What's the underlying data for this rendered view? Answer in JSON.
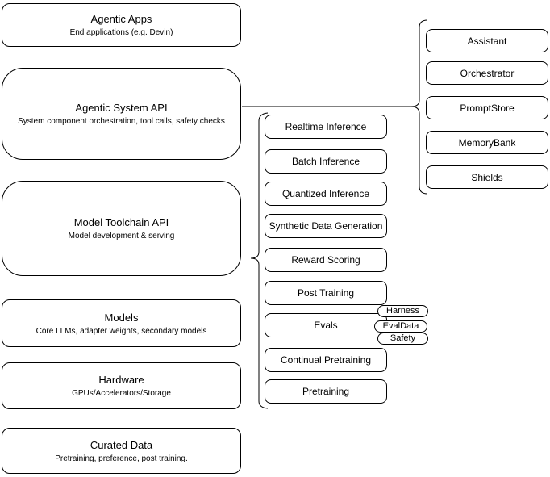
{
  "diagram": {
    "background": "#ffffff",
    "stroke_color": "#000000",
    "node_fill": "#ffffff",
    "left_stack": [
      {
        "title": "Agentic Apps",
        "subtitle": "End applications (e.g. Devin)"
      },
      {
        "title": "Agentic System API",
        "subtitle": "System component orchestration, tool calls, safety checks"
      },
      {
        "title": "Model Toolchain API",
        "subtitle": "Model development & serving"
      },
      {
        "title": "Models",
        "subtitle": "Core LLMs, adapter weights, secondary models"
      },
      {
        "title": "Hardware",
        "subtitle": "GPUs/Accelerators/Storage"
      },
      {
        "title": "Curated Data",
        "subtitle": "Pretraining, preference, post training."
      }
    ],
    "toolchain_items": [
      "Realtime Inference",
      "Batch Inference",
      "Quantized Inference",
      "Synthetic Data Generation",
      "Reward Scoring",
      "Post Training",
      "Evals",
      "Continual Pretraining",
      "Pretraining"
    ],
    "evals_tags": [
      "Harness",
      "EvalData",
      "Safety"
    ],
    "system_components": [
      "Assistant",
      "Orchestrator",
      "PromptStore",
      "MemoryBank",
      "Shields"
    ]
  }
}
